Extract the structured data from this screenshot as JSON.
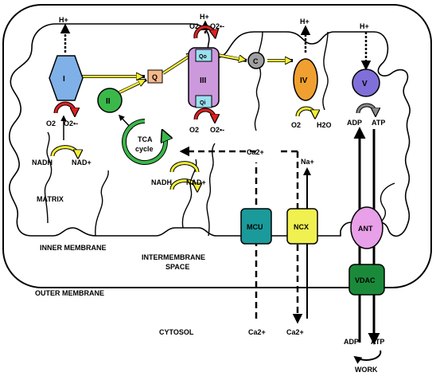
{
  "labels": {
    "matrix": "MATRIX",
    "inner_membrane": "INNER MEMBRANE",
    "intermembrane_line1": "INTERMEMBRANE",
    "intermembrane_line2": "SPACE",
    "outer_membrane": "OUTER MEMBRANE",
    "cytosol": "CYTOSOL",
    "work": "WORK"
  },
  "complexes": {
    "c1": "I",
    "c2": "II",
    "q": "Q",
    "c3": "III",
    "qo": "Qo",
    "qi": "Qi",
    "cytc": "C",
    "c4": "IV",
    "c5": "V",
    "tca_line1": "TCA",
    "tca_line2": "cycle",
    "mcu": "MCU",
    "ncx": "NCX",
    "ant": "ANT",
    "vdac": "VDAC"
  },
  "species": {
    "h_plus": "H+",
    "o2": "O2",
    "superoxide": "O2•-",
    "h2o": "H2O",
    "nadh": "NADH",
    "nad_plus": "NAD+",
    "adp": "ADP",
    "atp": "ATP",
    "ca2_plus": "Ca2+",
    "na_plus": "Na+"
  },
  "colors": {
    "complex1": "#7fb0e8",
    "complex2": "#3ab84a",
    "q": "#f6b98a",
    "complex3": "#cc99dd",
    "qbox": "#9be0f0",
    "cytc": "#a0a0a0",
    "complex4": "#f0a030",
    "complex5": "#7f6fd8",
    "mcu": "#1a9a9a",
    "ncx": "#f0f050",
    "ant": "#e8a0e8",
    "vdac": "#1a8a3a",
    "electron_arrow": "#f2ef34",
    "ros_arrow": "#e02020",
    "tca_arrow": "#3ab84a"
  }
}
